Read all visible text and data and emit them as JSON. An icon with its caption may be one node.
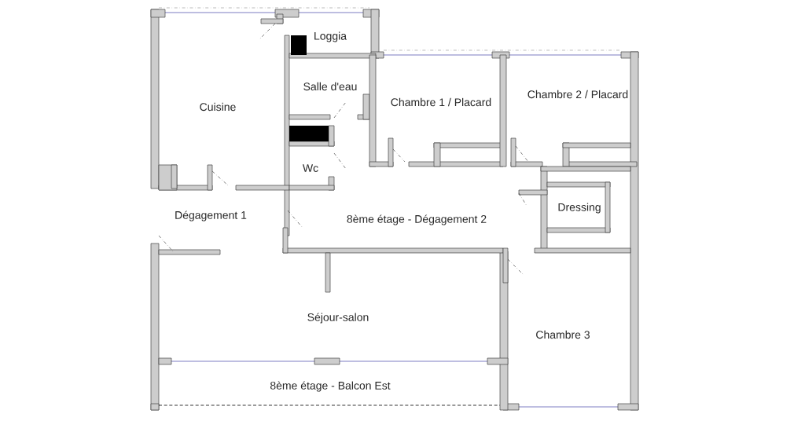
{
  "diagram": {
    "labels": [
      "Loggia",
      "Salle d'eau",
      "Cuisine",
      "Chambre 1 / Placard",
      "Chambre 2 / Placard",
      "Wc",
      "Dégagement 1",
      "8ème étage - Dégagement 2",
      "Dressing",
      "Séjour-salon",
      "Chambre 3",
      "8ème étage - Balcon Est"
    ]
  }
}
